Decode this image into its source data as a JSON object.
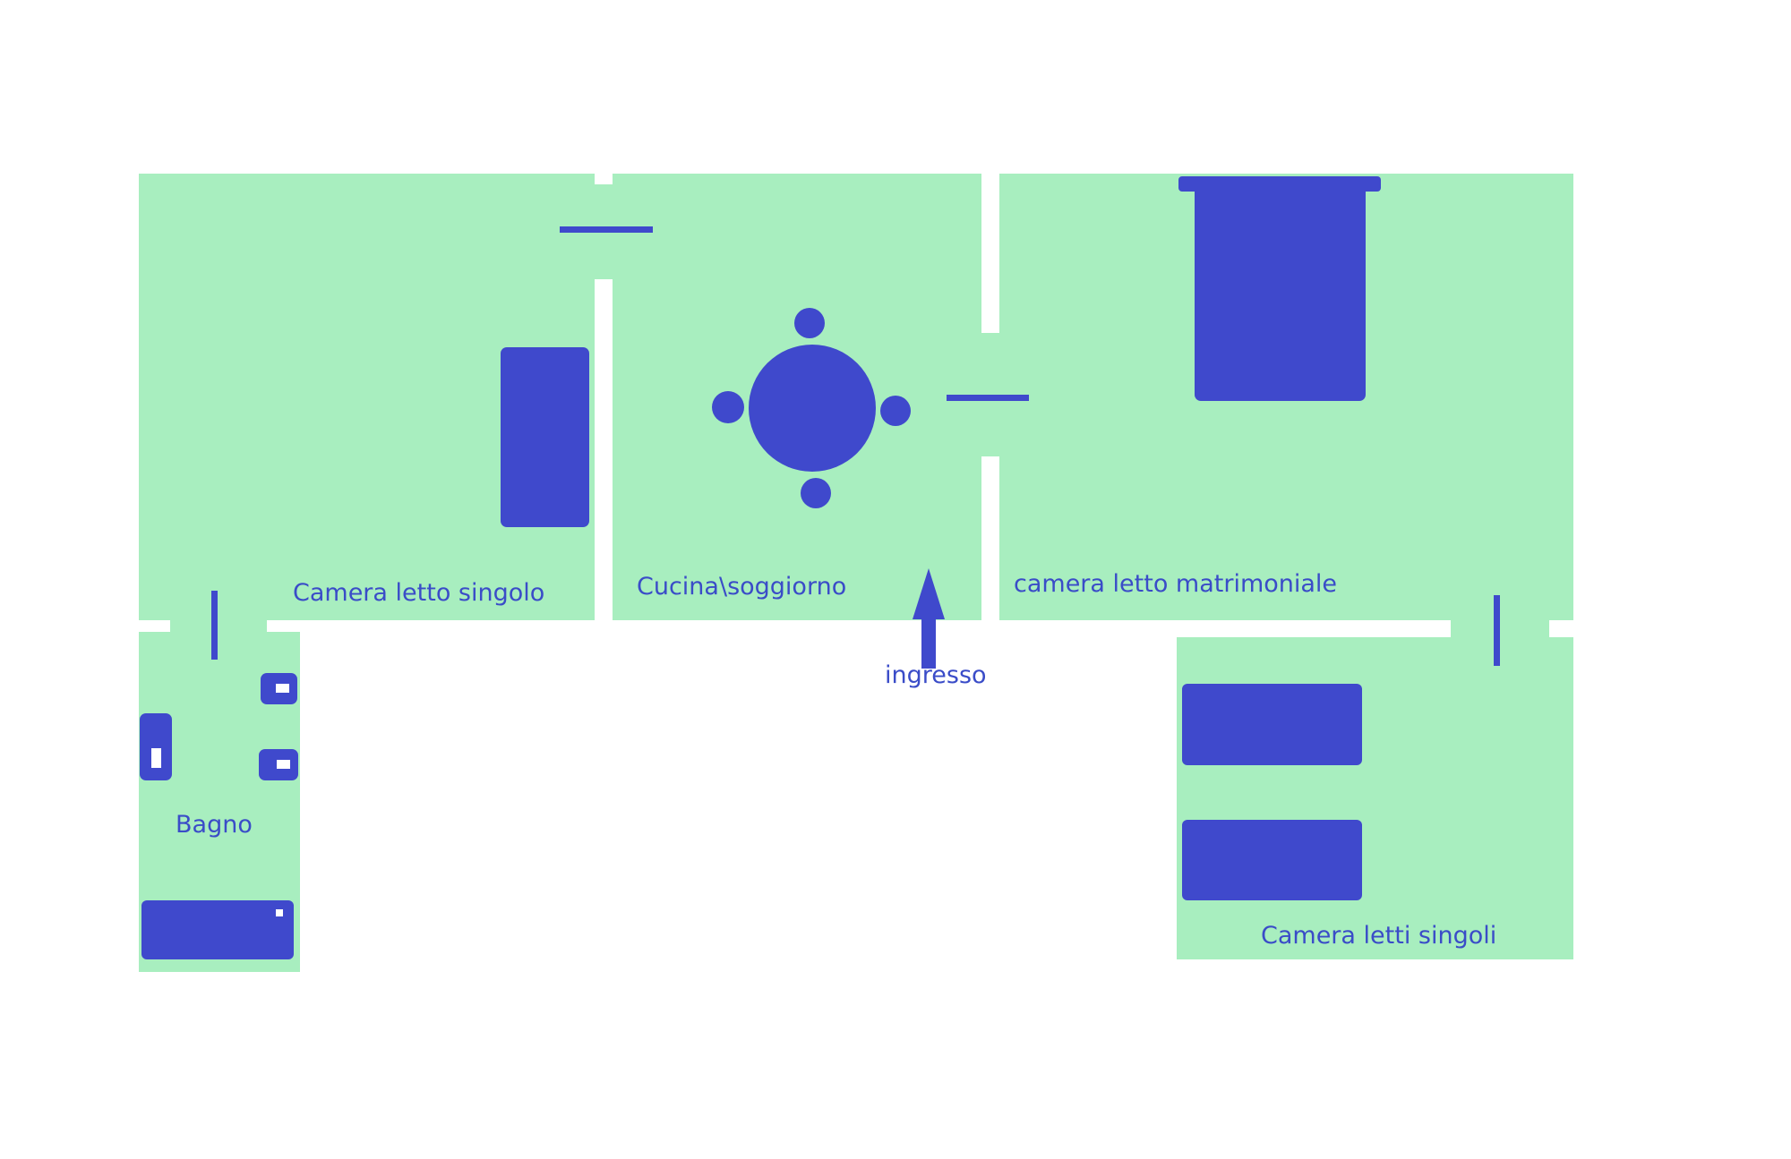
{
  "colors": {
    "floor": "#a8eebf",
    "furniture": "#3f49cc",
    "wall": "#ffffff",
    "label": "#3a4cc8"
  },
  "rooms": {
    "camera_singolo": {
      "label": "Camera letto singolo"
    },
    "cucina": {
      "label": "Cucina\\soggiorno"
    },
    "matrimoniale": {
      "label": "camera letto matrimoniale"
    },
    "bagno": {
      "label": "Bagno"
    },
    "letti_singoli": {
      "label": "Camera letti singoli"
    }
  },
  "entrance": {
    "label": "ingresso"
  },
  "icons": [
    "entrance-arrow-icon",
    "door-swing-icon",
    "bed-icon",
    "table-icon",
    "chair-icon",
    "sink-icon",
    "toilet-icon",
    "bathtub-icon"
  ]
}
